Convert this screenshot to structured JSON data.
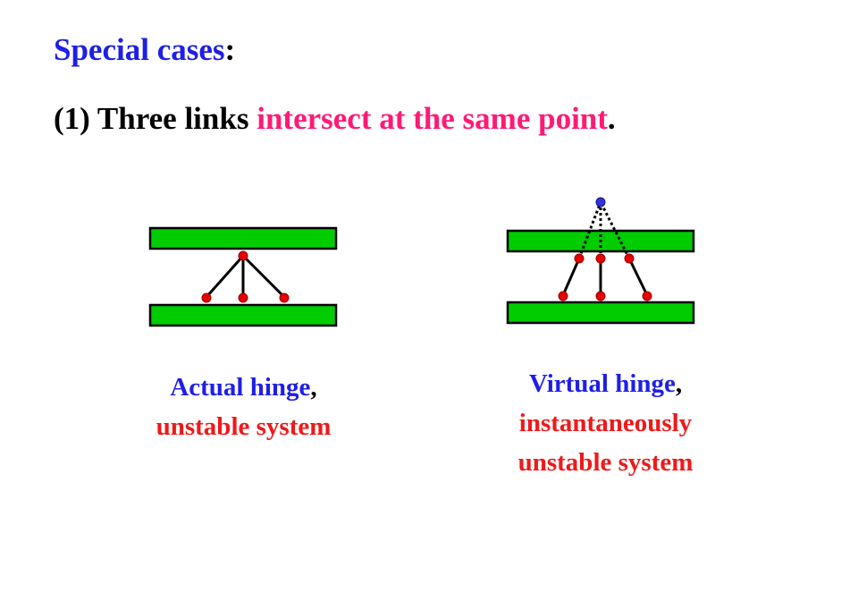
{
  "heading": {
    "text": "Special cases",
    "colon": ":"
  },
  "subheading": {
    "prefix": "(1) Three links ",
    "highlight": "intersect at the same point",
    "suffix": "."
  },
  "left_diagram": {
    "caption_line1": "Actual hinge",
    "caption_comma": ",",
    "caption_line2": "unstable system"
  },
  "right_diagram": {
    "caption_line1": "Virtual hinge",
    "caption_comma": ",",
    "caption_line2": "instantaneously",
    "caption_line3": "unstable system"
  },
  "colors": {
    "heading_blue": "#1f1fe6",
    "highlight_magenta": "#ff1a75",
    "caption_red": "#f01919",
    "beam_green": "#00cc00",
    "hinge_red": "#e60000",
    "virtual_hinge_blue": "#3333dd"
  }
}
